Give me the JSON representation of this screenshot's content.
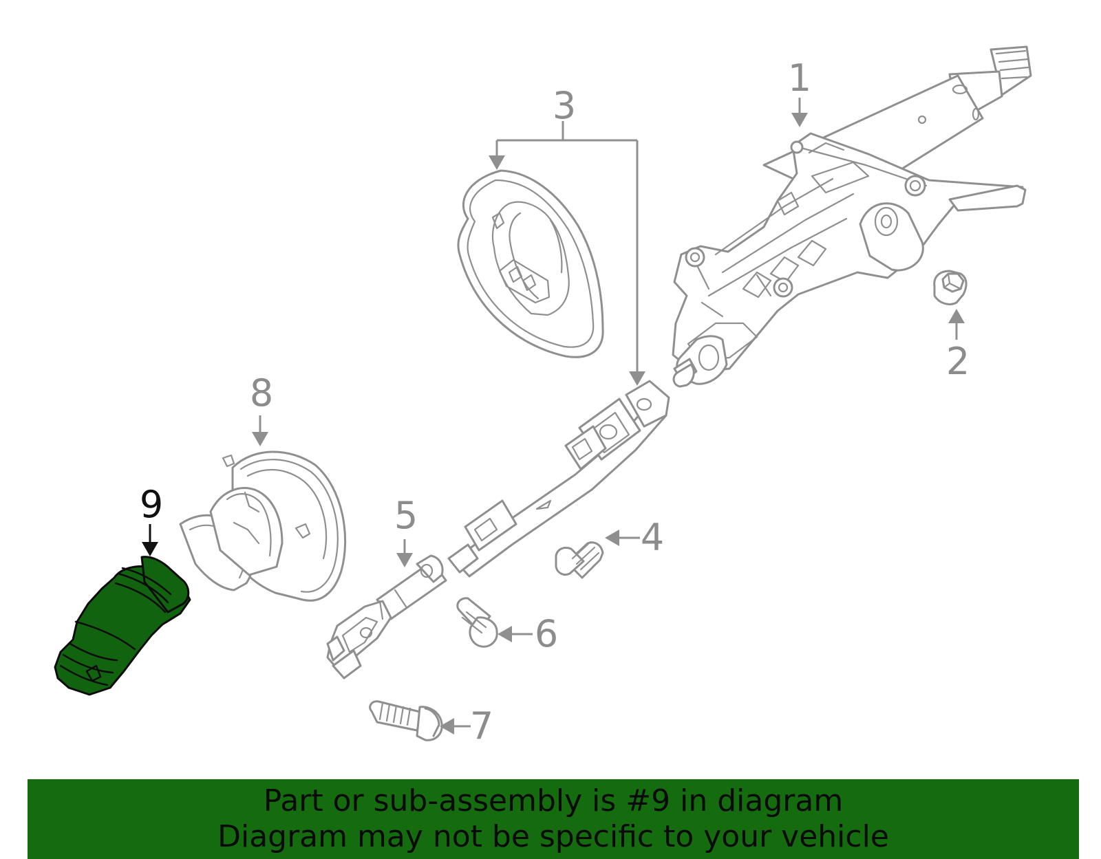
{
  "callouts": {
    "c1": "1",
    "c2": "2",
    "c3": "3",
    "c4": "4",
    "c5": "5",
    "c6": "6",
    "c7": "7",
    "c8": "8",
    "c9": "9"
  },
  "highlighted_part": "9",
  "colors": {
    "highlight_fill": "#126310",
    "banner_background": "#146c0e",
    "line_art": "#8f8f8f",
    "callout_text": "#8c8c8c"
  },
  "banner": {
    "line1": "Part or sub-assembly is #9 in diagram",
    "line2": "Diagram may not be specific to your vehicle"
  }
}
